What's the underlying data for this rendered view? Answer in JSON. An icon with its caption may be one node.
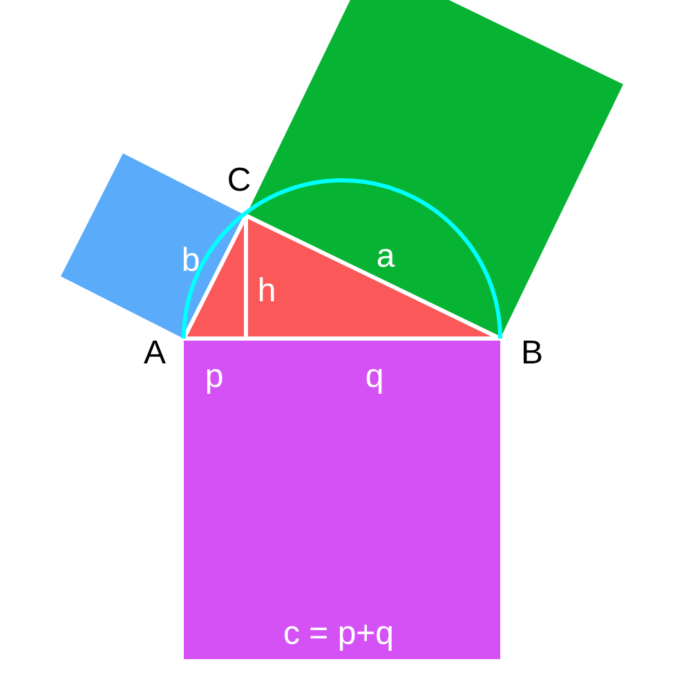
{
  "diagram": {
    "labels": [
      "C",
      "b",
      "a",
      "h",
      "A",
      "p",
      "q",
      "B",
      "c = p+q"
    ]
  }
}
